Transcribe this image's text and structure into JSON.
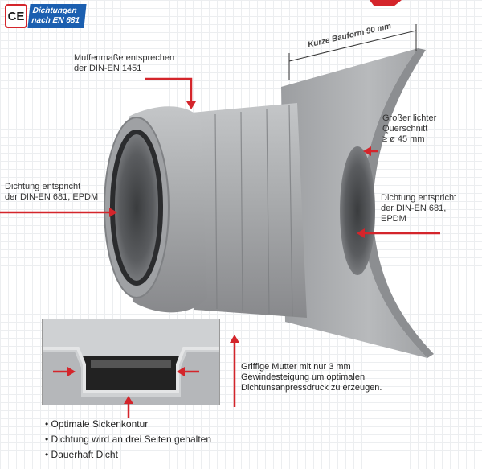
{
  "badge": {
    "ce_mark": "CE",
    "line1": "Dichtungen",
    "line2": "nach EN 681"
  },
  "dimension": {
    "label": "Kurze Bauform 90 mm"
  },
  "callouts": {
    "muffen": [
      "Muffenmaße entsprechen",
      "der DIN-EN 1451"
    ],
    "querschnitt": [
      "Großer lichter",
      "Querschnitt",
      "≥ ø 45 mm"
    ],
    "dichtung_left": [
      "Dichtung entspricht",
      "der DIN-EN 681, EPDM"
    ],
    "dichtung_right": [
      "Dichtung entspricht",
      "der DIN-EN 681,",
      "EPDM"
    ],
    "mutter": [
      "Griffige Mutter mit nur 3 mm",
      "Gewindesteigung um optimalen",
      "Dichtunsanpressdruck zu erzeugen."
    ]
  },
  "bullets": [
    "• Optimale Sickenkontur",
    "• Dichtung wird an drei Seiten gehalten",
    "• Dauerhaft Dicht"
  ],
  "colors": {
    "arrow": "#d4252b",
    "pipe": "#a7a9ab",
    "pipe_dark": "#8c8e91",
    "ce_blue": "#1b5fb0"
  }
}
